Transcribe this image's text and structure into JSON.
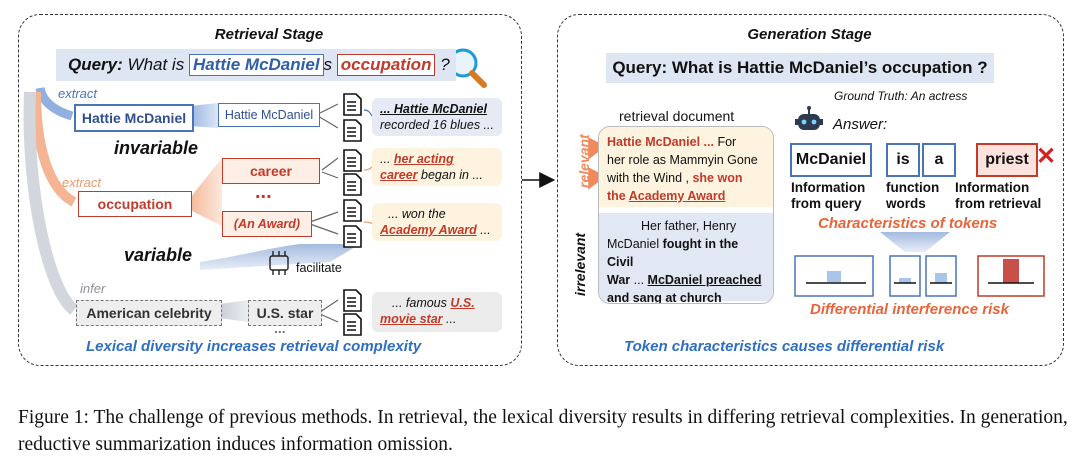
{
  "retrieval": {
    "title": "Retrieval Stage",
    "query_label": "Query:",
    "query_pre": "What is",
    "query_entity": "Hattie McDaniel",
    "query_s": "s",
    "query_keyword": "occupation",
    "query_end": "?",
    "extract_1": "extract",
    "extract_2": "extract",
    "infer": "infer",
    "entity_box": "Hattie McDaniel",
    "entity_box_2": "Hattie McDaniel",
    "snippet_1a": "... Hattie McDaniel",
    "snippet_1b": "recorded 16 blues ...",
    "invariable": "invariable",
    "variable": "variable",
    "keyword_box": "occupation",
    "alt_1": "career",
    "alt_dots": "...",
    "alt_2": "(An Award)",
    "snippet_2a_pre": "... ",
    "snippet_2a_red": "her acting",
    "snippet_2b_red": "career",
    "snippet_2b_post": " began in ...",
    "snippet_3a": "... won the",
    "snippet_3b_red": "Academy Award",
    "snippet_3b_post": " ...",
    "facilitate": "facilitate",
    "inferred_box": "American celebrity",
    "star_box": "U.S. star",
    "star_dots": "...",
    "snippet_4a_pre": "... famous ",
    "snippet_4a_red": "U.S.",
    "snippet_4b_red": "movie star",
    "snippet_4b_post": " ...",
    "footer": "Lexical diversity increases retrieval complexity"
  },
  "generation": {
    "title": "Generation Stage",
    "query": "Query: What is Hattie McDaniel’s occupation ?",
    "ground_truth": "Ground Truth: An actress",
    "answer_label": "Answer:",
    "retrieval_document": "retrieval document",
    "relevant": "relevant",
    "irrelevant": "irrelevant",
    "doc_r1_red": "Hattie McDaniel ...",
    "doc_r1": " For",
    "doc_r2": "her role as Mammyin Gone",
    "doc_r3_pre": "with the Wind , ",
    "doc_r3_red": "she won",
    "doc_r4_red_pre": "the ",
    "doc_r4_red_u": "Academy Award",
    "doc_i1": "Her father, Henry",
    "doc_i2_pre": "McDaniel ",
    "doc_i2_bold": "fought in the Civil",
    "doc_i3_bold": "War",
    "doc_i3_mid": " ... ",
    "doc_i3_u": "McDaniel preached",
    "doc_i4_u": "and sang at church",
    "tokens": [
      "McDaniel",
      "is",
      "a",
      "priest"
    ],
    "cross": "✕",
    "cap_query": [
      "Information",
      "from query"
    ],
    "cap_function": [
      "function",
      "words"
    ],
    "cap_retrieval": [
      "Information",
      "from retrieval"
    ],
    "characteristics": "Characteristics of tokens",
    "risk": "Differential interference risk",
    "footer": "Token characteristics causes differential risk"
  },
  "caption": "Figure 1: The challenge of previous methods. In retrieval, the lexical diversity results in differing retrieval complexities. In generation, reductive summarization induces information omission.",
  "colors": {
    "blue": "#4a74b8",
    "red": "#c23a2a",
    "orange": "#e8643a",
    "query_bg": "#dfe6f3"
  },
  "icons": [
    "magnifier-icon",
    "document-icon",
    "robot-icon",
    "chip-icon",
    "cross-icon"
  ]
}
